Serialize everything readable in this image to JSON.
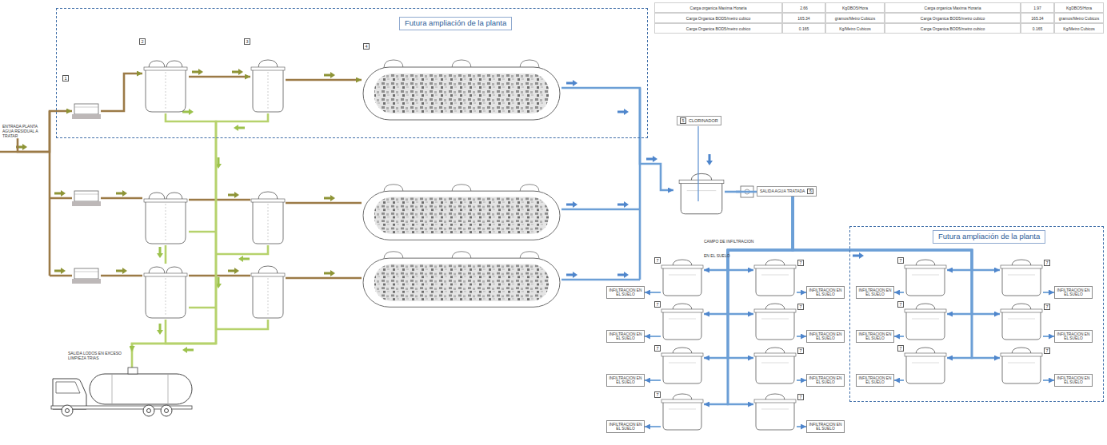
{
  "diagram": {
    "nodes": [
      {
        "text": [
          "Futura ampliación de la planta"
        ]
      },
      {
        "text": [
          "1"
        ],
        "in": 0
      },
      {
        "text": [
          "2"
        ],
        "in": 0
      },
      {
        "text": [
          "3"
        ],
        "in": 0
      },
      {
        "text": [
          "4"
        ],
        "in": 0
      },
      {
        "text": [
          "ENTRADA PLANTA AGUA RESIDUAL A TRATAR"
        ]
      },
      {
        "text": [
          "5",
          "CLORINADOR"
        ]
      },
      {
        "text": [
          "SALIDA AGUA TRATADA",
          "6"
        ]
      },
      {
        "text": [
          "SALIDA LODOS EN EXCESO LIMPIEZA TRIAS"
        ]
      },
      {
        "text": [
          "INFILTRACION EN EL SUELO"
        ]
      },
      {
        "text": [
          "7"
        ]
      },
      {
        "text": [
          "7"
        ]
      },
      {
        "text": [
          "INFILTRACION EN EL SUELO"
        ]
      },
      {
        "text": [
          "INFILTRACION EN EL SUELO"
        ]
      },
      {
        "text": [
          "7"
        ]
      },
      {
        "text": [
          "7"
        ]
      },
      {
        "text": [
          "INFILTRACION EN EL SUELO"
        ]
      },
      {
        "text": [
          "INFILTRACION EN EL SUELO"
        ]
      },
      {
        "text": [
          "7"
        ]
      },
      {
        "text": [
          "7"
        ]
      },
      {
        "text": [
          "INFILTRACION EN EL SUELO"
        ]
      },
      {
        "text": [
          "INFILTRACION EN EL SUELO"
        ]
      },
      {
        "text": [
          "7"
        ]
      },
      {
        "text": [
          "7"
        ]
      },
      {
        "text": [
          "INFILTRACION EN EL SUELO"
        ]
      },
      {
        "text": [
          "Futura ampliación de la planta"
        ]
      },
      {
        "text": [
          "INFILTRACION EN EL SUELO"
        ],
        "in": 25
      },
      {
        "text": [
          "7"
        ],
        "in": 25
      },
      {
        "text": [
          "7"
        ],
        "in": 25
      },
      {
        "text": [
          "INFILTRACION EN EL SUELO"
        ],
        "in": 25
      },
      {
        "text": [
          "INFILTRACION EN EL SUELO"
        ],
        "in": 25
      },
      {
        "text": [
          "7"
        ],
        "in": 25
      },
      {
        "text": [
          "7"
        ],
        "in": 25
      },
      {
        "text": [
          "INFILTRACION EN EL SUELO"
        ],
        "in": 25
      },
      {
        "text": [
          "INFILTRACION EN EL SUELO"
        ],
        "in": 25
      },
      {
        "text": [
          "7"
        ],
        "in": 25
      },
      {
        "text": [
          "7"
        ],
        "in": 25
      },
      {
        "text": [
          "INFILTRACION EN EL SUELO"
        ],
        "in": 25
      }
    ],
    "edges": [
      {
        "from": 5,
        "to": 1,
        "arrow": "to"
      },
      {
        "from": 1,
        "to": 2,
        "arrow": "to"
      },
      {
        "from": 2,
        "to": 3,
        "arrow": "to"
      },
      {
        "from": 3,
        "to": 4,
        "arrow": "to"
      },
      {
        "from": 4,
        "to": 6,
        "arrow": "to"
      },
      {
        "from": 6,
        "to": 7,
        "arrow": "none"
      },
      {
        "from": 2,
        "to": 8,
        "arrow": "to"
      },
      {
        "from": 3,
        "to": 8,
        "arrow": "to"
      },
      {
        "from": 7,
        "to": 10,
        "arrow": "to"
      },
      {
        "from": 7,
        "to": 11,
        "arrow": "to"
      },
      {
        "from": 7,
        "to": 14,
        "arrow": "to"
      },
      {
        "from": 7,
        "to": 15,
        "arrow": "to"
      },
      {
        "from": 7,
        "to": 18,
        "arrow": "to"
      },
      {
        "from": 7,
        "to": 19,
        "arrow": "to"
      },
      {
        "from": 7,
        "to": 22,
        "arrow": "to"
      },
      {
        "from": 7,
        "to": 23,
        "arrow": "to"
      },
      {
        "from": 7,
        "to": 27,
        "arrow": "to"
      },
      {
        "from": 7,
        "to": 28,
        "arrow": "to"
      },
      {
        "from": 7,
        "to": 31,
        "arrow": "to"
      },
      {
        "from": 7,
        "to": 32,
        "arrow": "to"
      },
      {
        "from": 7,
        "to": 35,
        "arrow": "to"
      },
      {
        "from": 7,
        "to": 36,
        "arrow": "to"
      },
      {
        "from": 10,
        "to": 9,
        "arrow": "to"
      },
      {
        "from": 11,
        "to": 12,
        "arrow": "to"
      },
      {
        "from": 14,
        "to": 13,
        "arrow": "to"
      },
      {
        "from": 15,
        "to": 16,
        "arrow": "to"
      },
      {
        "from": 18,
        "to": 17,
        "arrow": "to"
      },
      {
        "from": 19,
        "to": 20,
        "arrow": "to"
      },
      {
        "from": 22,
        "to": 21,
        "arrow": "to"
      },
      {
        "from": 23,
        "to": 24,
        "arrow": "to"
      },
      {
        "from": 27,
        "to": 26,
        "arrow": "to"
      },
      {
        "from": 28,
        "to": 29,
        "arrow": "to"
      },
      {
        "from": 31,
        "to": 30,
        "arrow": "to"
      },
      {
        "from": 32,
        "to": 33,
        "arrow": "to"
      },
      {
        "from": 35,
        "to": 34,
        "arrow": "to"
      },
      {
        "from": 36,
        "to": 37,
        "arrow": "to"
      }
    ],
    "labels": [
      "Carga organica Maxima Horaria",
      "2.66",
      "KgDBO5/Hora",
      "Carga Organica BOD5/metro cubico",
      "165.34",
      "gramos/Metro Cubicos",
      "Carga Organica BOD5/metro cubico",
      "0.165",
      "Kg/Metro Cubicos",
      "Carga organica Maxima Horaria",
      "1.97",
      "KgDBO5/Hora",
      "Carga Organica BOD5/metro cubico",
      "165.34",
      "gramos/Metro Cubicos",
      "Carga Organica BOD5/metro cubico",
      "0.165",
      "Kg/Metro Cubicos",
      "CAMPO DE INFILTRACION EN EL SUELO"
    ]
  }
}
